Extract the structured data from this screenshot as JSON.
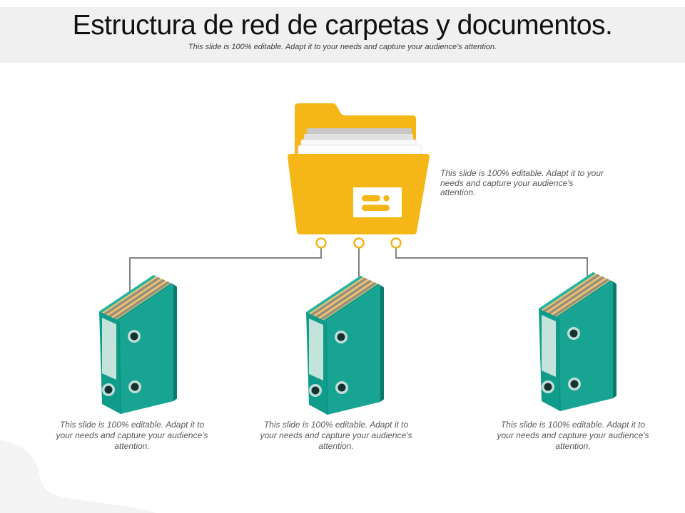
{
  "slide": {
    "title": "Estructura de red de carpetas y documentos.",
    "subtitle": "This slide is 100% editable. Adapt it to your needs and capture your audience's attention."
  },
  "diagram": {
    "root": {
      "icon": "open-folder-icon",
      "note": "This slide is 100% editable. Adapt it to your needs and capture your audience's attention."
    },
    "nodes": [
      {
        "icon": "ring-binder-icon",
        "caption": "This slide is 100% editable. Adapt it to your needs and capture your audience's attention."
      },
      {
        "icon": "ring-binder-icon",
        "caption": "This slide is 100% editable. Adapt it to your needs and capture your audience's attention."
      },
      {
        "icon": "ring-binder-icon",
        "caption": "This slide is 100% editable. Adapt it to your needs and capture your audience's attention."
      }
    ]
  },
  "colors": {
    "header_bg": "#F0F0F0",
    "folder_yellow": "#F5B717",
    "binder_teal": "#16A493",
    "binder_spine_teal": "#0F9C8B",
    "binder_pages_tan": "#EDC672",
    "binder_pages_gray": "#9A8F7E",
    "connector_gray": "#58595B",
    "body_text_gray": "#58595B",
    "corner_blob_gray": "#F4F4F4"
  }
}
